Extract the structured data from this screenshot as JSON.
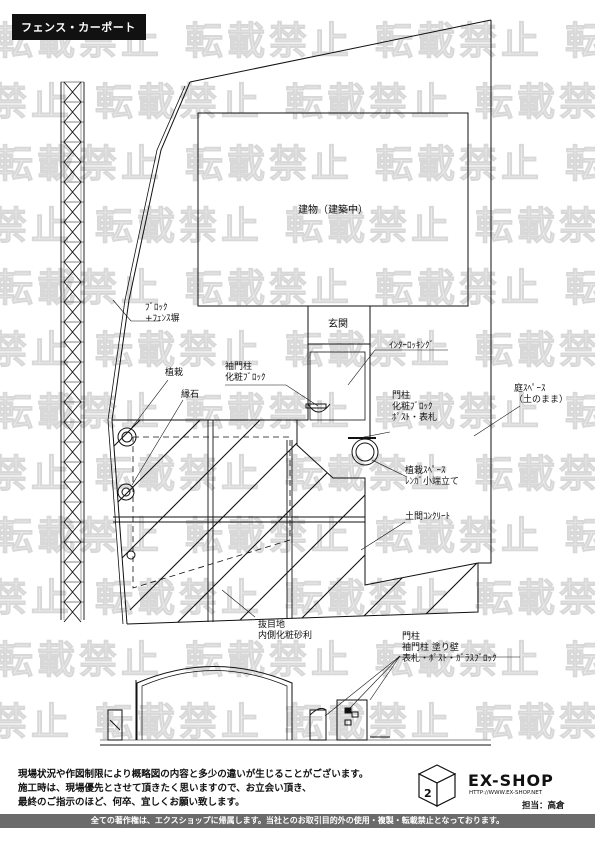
{
  "header": {
    "title": "フェンス・カーポート"
  },
  "watermark": {
    "text": "転載禁止"
  },
  "labels": {
    "building": "建物（建築中）",
    "genkan": "玄関",
    "block_fence": [
      "ﾌﾞﾛｯｸ",
      "+ﾌｪﾝｽ塀"
    ],
    "interlocking": "ｲﾝﾀｰﾛｯｷﾝｸﾞ",
    "sodemon": [
      "袖門柱",
      "化粧ﾌﾞﾛｯｸ"
    ],
    "shokusai": "植栽",
    "fuchiishi": "縁石",
    "monchu": [
      "門柱",
      "化粧ﾌﾞﾛｯｸ",
      "ﾎﾟｽﾄ・表札"
    ],
    "niwa": [
      "庭ｽﾍﾟｰｽ",
      "（土のまま）"
    ],
    "shokusai_space": [
      "植栽ｽﾍﾟｰｽ",
      "ﾚﾝｶﾞ小端立て"
    ],
    "doma": "土間ｺﾝｸﾘｰﾄ",
    "nukeme": [
      "抜目地",
      "内側化粧砂利"
    ],
    "elevation": [
      "門柱",
      "袖門柱 塗り壁",
      "表札・ﾎﾟｽﾄ・ｶﾞﾗｽﾌﾞﾛｯｸ"
    ]
  },
  "notes": [
    "現場状況や作図制限により概略図の内容と多少の違いが生じることがございます。",
    "施工時は、現場優先とさせて頂きたく思いますので、お立会い頂き、",
    "最終のご指示のほど、何卒、宜しくお願い致します。"
  ],
  "logo": {
    "name": "EX-SHOP",
    "url": "HTTP://WWW.EX-SHOP.NET",
    "tanto": "担当：高倉"
  },
  "footer": {
    "text": "全ての著作権は、エクスショップに帰属します。当社とのお取引目的外の使用・複製・転載禁止となっております。"
  }
}
